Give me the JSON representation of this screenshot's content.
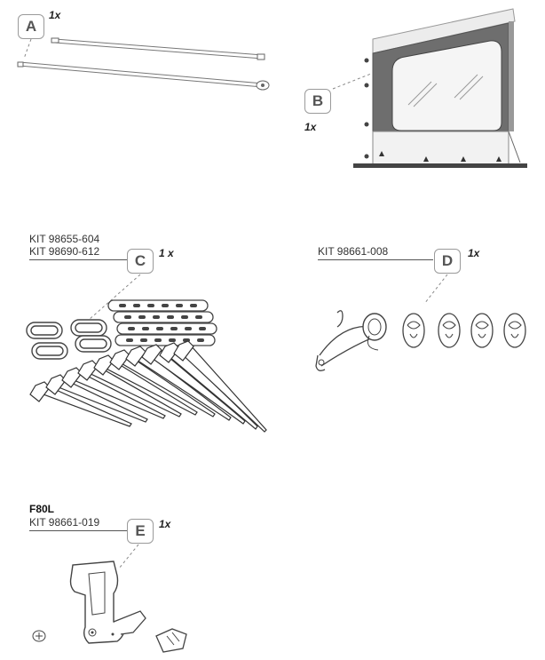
{
  "parts": {
    "a": {
      "badge": "A",
      "qty": "1x"
    },
    "b": {
      "badge": "B",
      "qty": "1x"
    },
    "c": {
      "badge": "C",
      "qty": "1 x",
      "kit_lines": [
        "KIT 98655-604",
        "KIT 98690-612"
      ]
    },
    "d": {
      "badge": "D",
      "qty": "1x",
      "kit_lines": [
        "KIT 98661-008"
      ]
    },
    "e": {
      "badge": "E",
      "qty": "1x",
      "model": "F80L",
      "kit_lines": [
        "KIT 98661-019"
      ]
    }
  },
  "illustrations": {
    "a": "poles-icon",
    "b": "side-panel-icon",
    "c": "pegs-and-rubber-loops-icon",
    "d": "strap-and-clips-icon",
    "e": "bracket-and-screws-icon"
  },
  "colors": {
    "line": "#555555",
    "panel_grey": "#6e6e6e",
    "badge_border": "#9a9a9a"
  }
}
